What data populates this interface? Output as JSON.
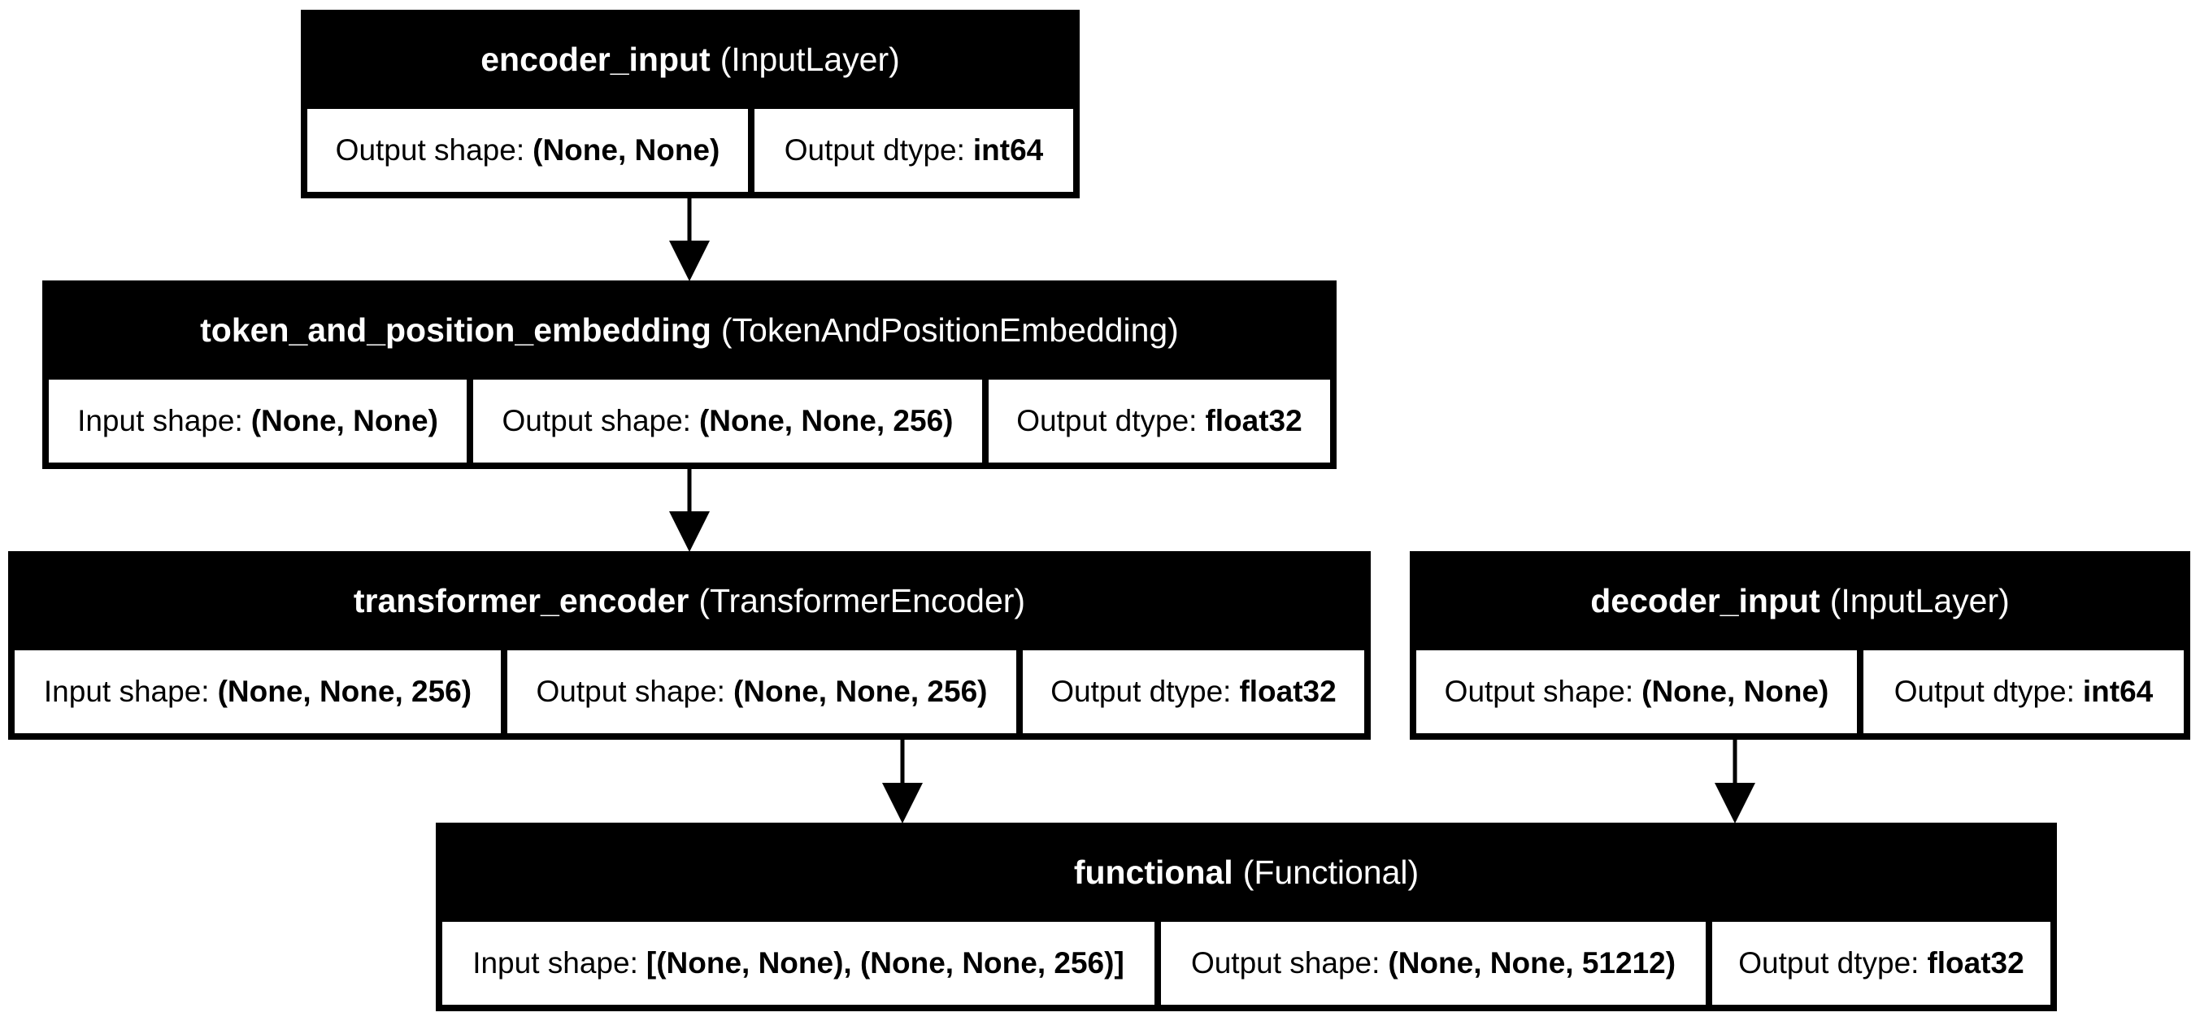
{
  "nodes": [
    {
      "id": "encoder_input",
      "name": "encoder_input",
      "type": "(InputLayer)",
      "cells": [
        {
          "label": "Output shape:",
          "value": "(None, None)"
        },
        {
          "label": "Output dtype:",
          "value": "int64"
        }
      ]
    },
    {
      "id": "token_and_position_embedding",
      "name": "token_and_position_embedding",
      "type": "(TokenAndPositionEmbedding)",
      "cells": [
        {
          "label": "Input shape:",
          "value": "(None, None)"
        },
        {
          "label": "Output shape:",
          "value": "(None, None, 256)"
        },
        {
          "label": "Output dtype:",
          "value": "float32"
        }
      ]
    },
    {
      "id": "transformer_encoder",
      "name": "transformer_encoder",
      "type": "(TransformerEncoder)",
      "cells": [
        {
          "label": "Input shape:",
          "value": "(None, None, 256)"
        },
        {
          "label": "Output shape:",
          "value": "(None, None, 256)"
        },
        {
          "label": "Output dtype:",
          "value": "float32"
        }
      ]
    },
    {
      "id": "decoder_input",
      "name": "decoder_input",
      "type": "(InputLayer)",
      "cells": [
        {
          "label": "Output shape:",
          "value": "(None, None)"
        },
        {
          "label": "Output dtype:",
          "value": "int64"
        }
      ]
    },
    {
      "id": "functional",
      "name": "functional",
      "type": "(Functional)",
      "cells": [
        {
          "label": "Input shape:",
          "value": "[(None, None), (None, None, 256)]"
        },
        {
          "label": "Output shape:",
          "value": "(None, None, 51212)"
        },
        {
          "label": "Output dtype:",
          "value": "float32"
        }
      ]
    }
  ],
  "edges": [
    {
      "from": "encoder_input",
      "to": "token_and_position_embedding"
    },
    {
      "from": "token_and_position_embedding",
      "to": "transformer_encoder"
    },
    {
      "from": "transformer_encoder",
      "to": "functional"
    },
    {
      "from": "decoder_input",
      "to": "functional"
    }
  ]
}
